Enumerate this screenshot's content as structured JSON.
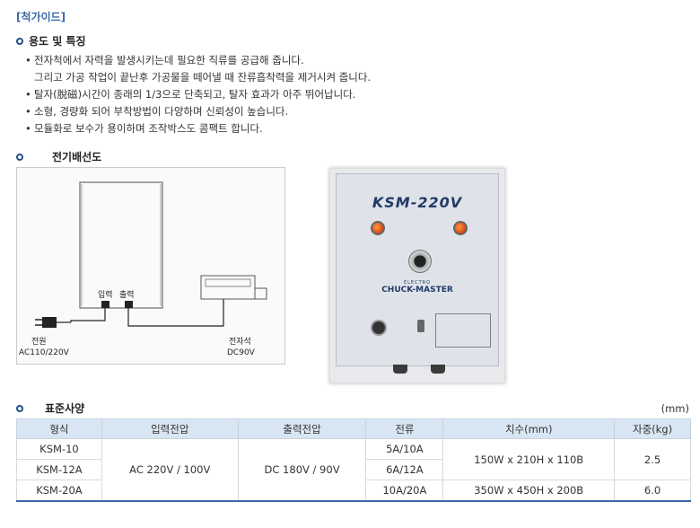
{
  "breadcrumb": "[척가이드]",
  "features": {
    "title": "용도 및 특징",
    "items": [
      {
        "bullet": true,
        "text": "전자척에서 자력을 발생시키는데 필요한 직류를 공급해 줍니다."
      },
      {
        "bullet": false,
        "text": "그리고 가공 작업이 끝난후 가공물을 떼어낼 때 잔류흡착력을 제거시켜 줍니다."
      },
      {
        "bullet": true,
        "text": "탈자(脫磁)시간이 종래의 1/3으로 단축되고, 탈자 효과가 아주 뛰어납니다."
      },
      {
        "bullet": true,
        "text": "소형, 경량화 되어 부착방법이 다양하며 신뢰성이 높습니다."
      },
      {
        "bullet": true,
        "text": "모듈화로 보수가 용이하며 조작박스도 콤팩트 합니다."
      }
    ]
  },
  "wiring": {
    "title": "전기배선도",
    "labels": {
      "input": "입력",
      "output": "출력",
      "power": "전원",
      "power_spec": "AC110/220V",
      "chuck": "전자석",
      "chuck_spec": "DC90V"
    }
  },
  "photo": {
    "model": "KSM-220V",
    "brand_small": "ELECTRO",
    "brand": "CHUCK-MASTER"
  },
  "spec": {
    "title": "표준사양",
    "unit": "(mm)",
    "headers": [
      "형식",
      "입력전압",
      "출력전압",
      "전류",
      "치수(mm)",
      "자중(kg)"
    ],
    "models": [
      "KSM-10",
      "KSM-12A",
      "KSM-20A"
    ],
    "input_voltage": "AC 220V / 100V",
    "output_voltage": "DC 180V / 90V",
    "currents": [
      "5A/10A",
      "6A/12A",
      "10A/20A"
    ],
    "dims": [
      "150W x 210H x 110B",
      "350W x 450H x 200B"
    ],
    "weights": [
      "2.5",
      "6.0"
    ]
  },
  "colors": {
    "accent": "#3b6aa8",
    "table_header": "#d8e5f2"
  }
}
